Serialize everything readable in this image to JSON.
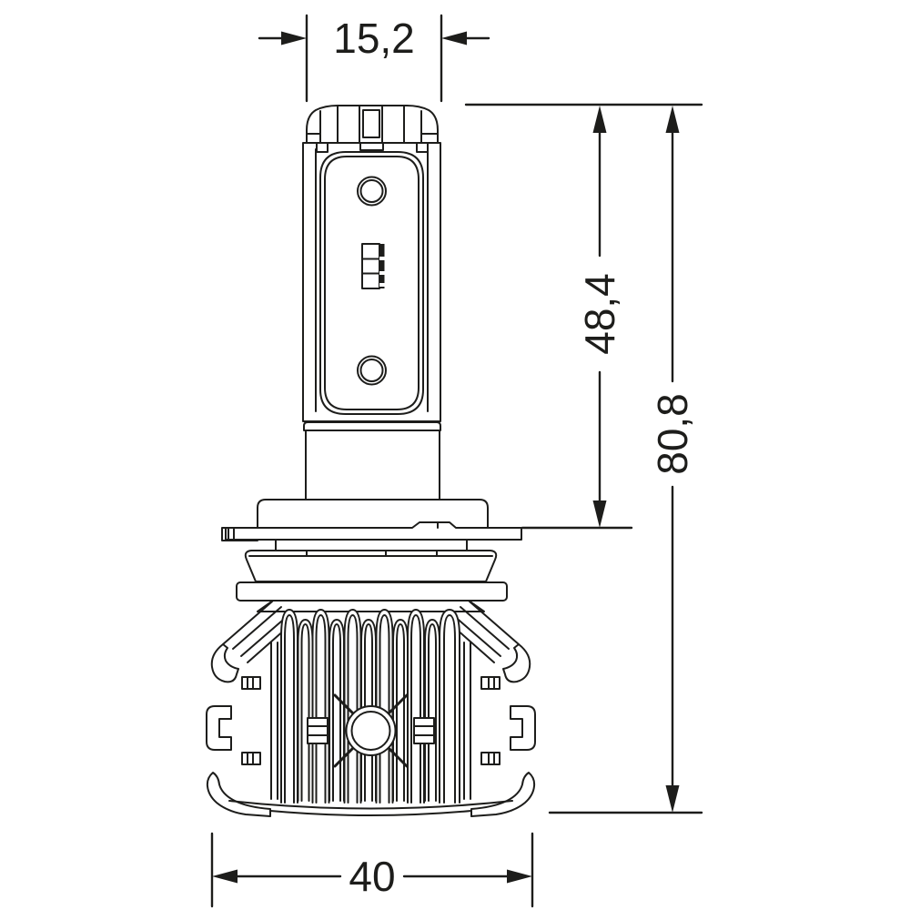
{
  "drawing": {
    "subject": "led-headlight-bulb-dimension-drawing",
    "dimensions": {
      "cap_width": {
        "label": "15,2",
        "value": 15.2,
        "orientation": "horizontal",
        "position": "top"
      },
      "body_height": {
        "label": "48,4",
        "value": 48.4,
        "orientation": "vertical",
        "position": "right-inner"
      },
      "total_height": {
        "label": "80,8",
        "value": 80.8,
        "orientation": "vertical",
        "position": "right-outer"
      },
      "heatsink_width": {
        "label": "40",
        "value": 40,
        "orientation": "horizontal",
        "position": "bottom"
      }
    },
    "colors": {
      "line": "#1d1d1b",
      "background": "#ffffff"
    }
  }
}
